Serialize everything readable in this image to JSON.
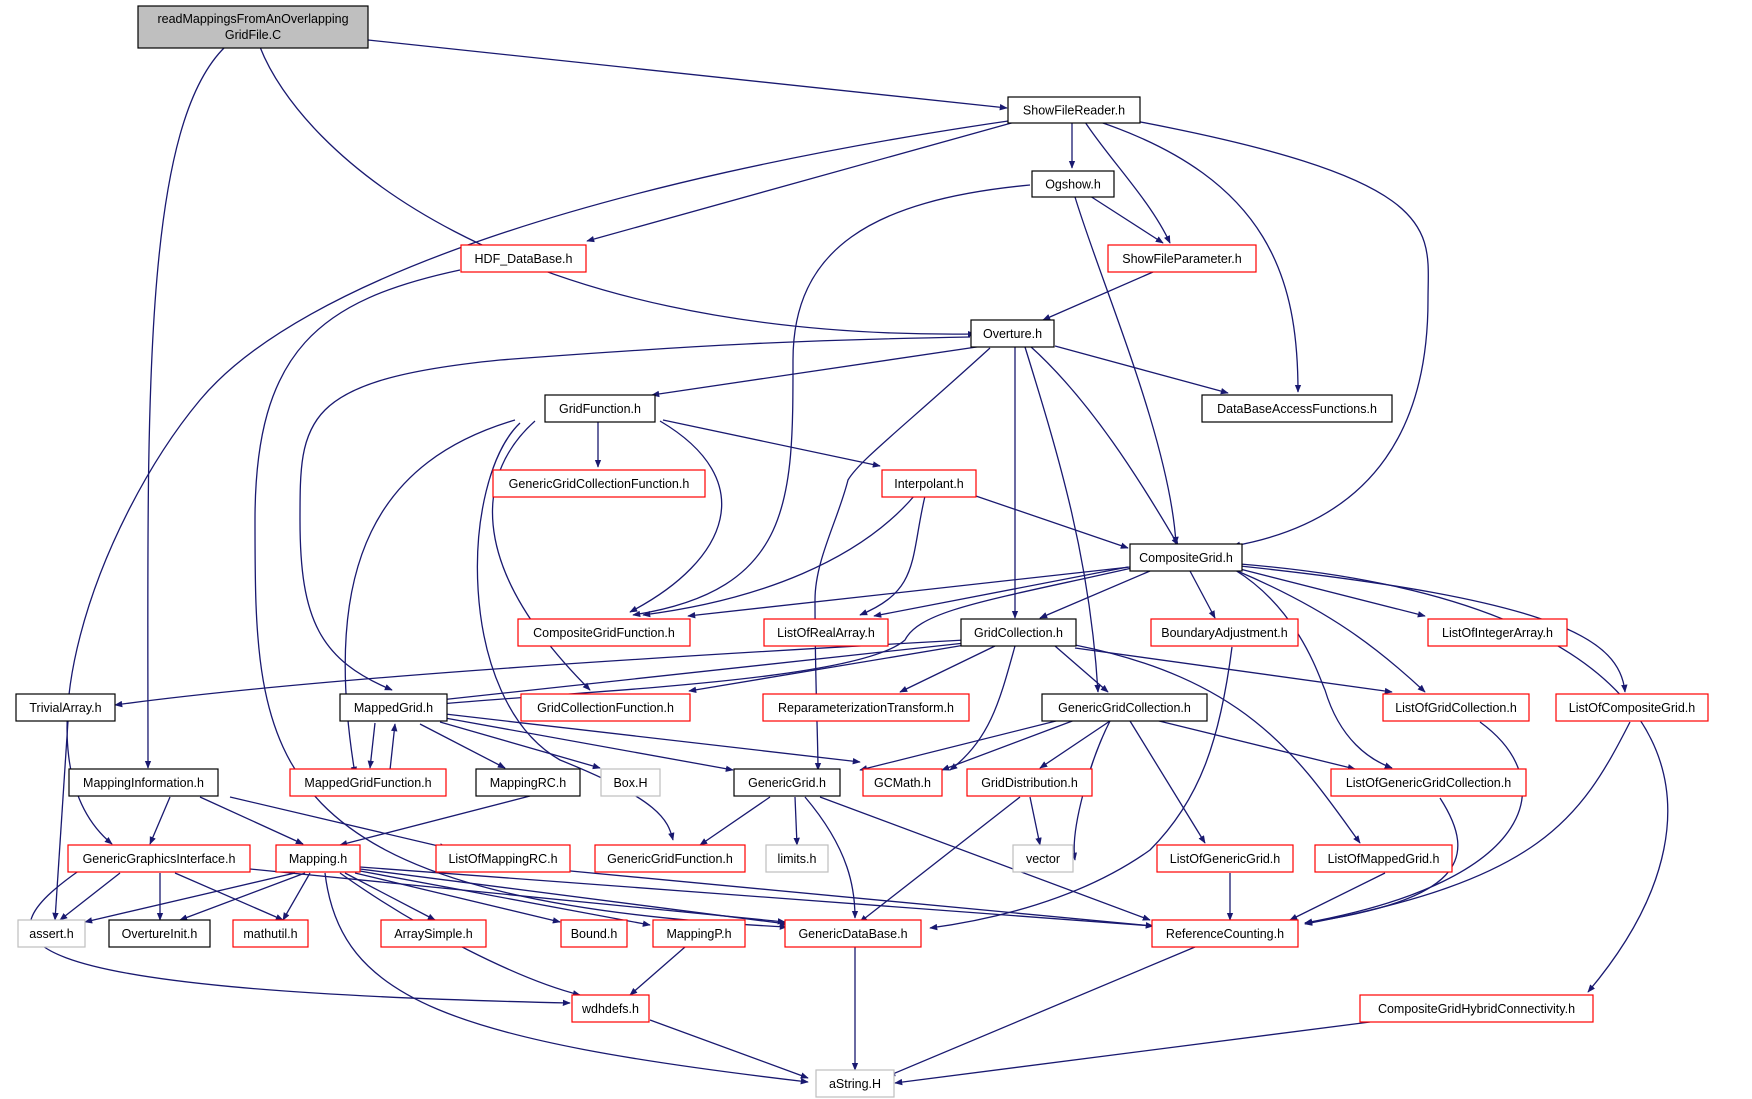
{
  "colors": {
    "edge": "#191970",
    "border_black": "#000000",
    "border_red": "#ff0000",
    "border_gray": "#bfbfbf",
    "root_fill": "#bfbfbf",
    "node_fill": "#ffffff"
  },
  "nodes": {
    "root": {
      "label1": "readMappingsFromAnOverlapping",
      "label2": "GridFile.C"
    },
    "ShowFileReader": "ShowFileReader.h",
    "Ogshow": "Ogshow.h",
    "HDF_DataBase": "HDF_DataBase.h",
    "ShowFileParameter": "ShowFileParameter.h",
    "Overture": "Overture.h",
    "GridFunction": "GridFunction.h",
    "DataBaseAccessFunctions": "DataBaseAccessFunctions.h",
    "GenericGridCollectionFunction": "GenericGridCollectionFunction.h",
    "Interpolant": "Interpolant.h",
    "CompositeGrid": "CompositeGrid.h",
    "CompositeGridFunction": "CompositeGridFunction.h",
    "ListOfRealArray": "ListOfRealArray.h",
    "GridCollection": "GridCollection.h",
    "BoundaryAdjustment": "BoundaryAdjustment.h",
    "ListOfIntegerArray": "ListOfIntegerArray.h",
    "TrivialArray": "TrivialArray.h",
    "MappedGrid": "MappedGrid.h",
    "GridCollectionFunction": "GridCollectionFunction.h",
    "ReparameterizationTransform": "ReparameterizationTransform.h",
    "GenericGridCollection": "GenericGridCollection.h",
    "ListOfGridCollection": "ListOfGridCollection.h",
    "ListOfCompositeGrid": "ListOfCompositeGrid.h",
    "MappingInformation": "MappingInformation.h",
    "MappedGridFunction": "MappedGridFunction.h",
    "MappingRC": "MappingRC.h",
    "Box": "Box.H",
    "GenericGrid": "GenericGrid.h",
    "GCMath": "GCMath.h",
    "GridDistribution": "GridDistribution.h",
    "ListOfGenericGridCollection": "ListOfGenericGridCollection.h",
    "GenericGraphicsInterface": "GenericGraphicsInterface.h",
    "Mapping": "Mapping.h",
    "ListOfMappingRC": "ListOfMappingRC.h",
    "GenericGridFunction": "GenericGridFunction.h",
    "limits": "limits.h",
    "vector": "vector",
    "ListOfGenericGrid": "ListOfGenericGrid.h",
    "ListOfMappedGrid": "ListOfMappedGrid.h",
    "assert": "assert.h",
    "OvertureInit": "OvertureInit.h",
    "mathutil": "mathutil.h",
    "ArraySimple": "ArraySimple.h",
    "Bound": "Bound.h",
    "MappingP": "MappingP.h",
    "GenericDataBase": "GenericDataBase.h",
    "ReferenceCounting": "ReferenceCounting.h",
    "wdhdefs": "wdhdefs.h",
    "CompositeGridHybridConnectivity": "CompositeGridHybridConnectivity.h",
    "aString": "aString.H"
  }
}
